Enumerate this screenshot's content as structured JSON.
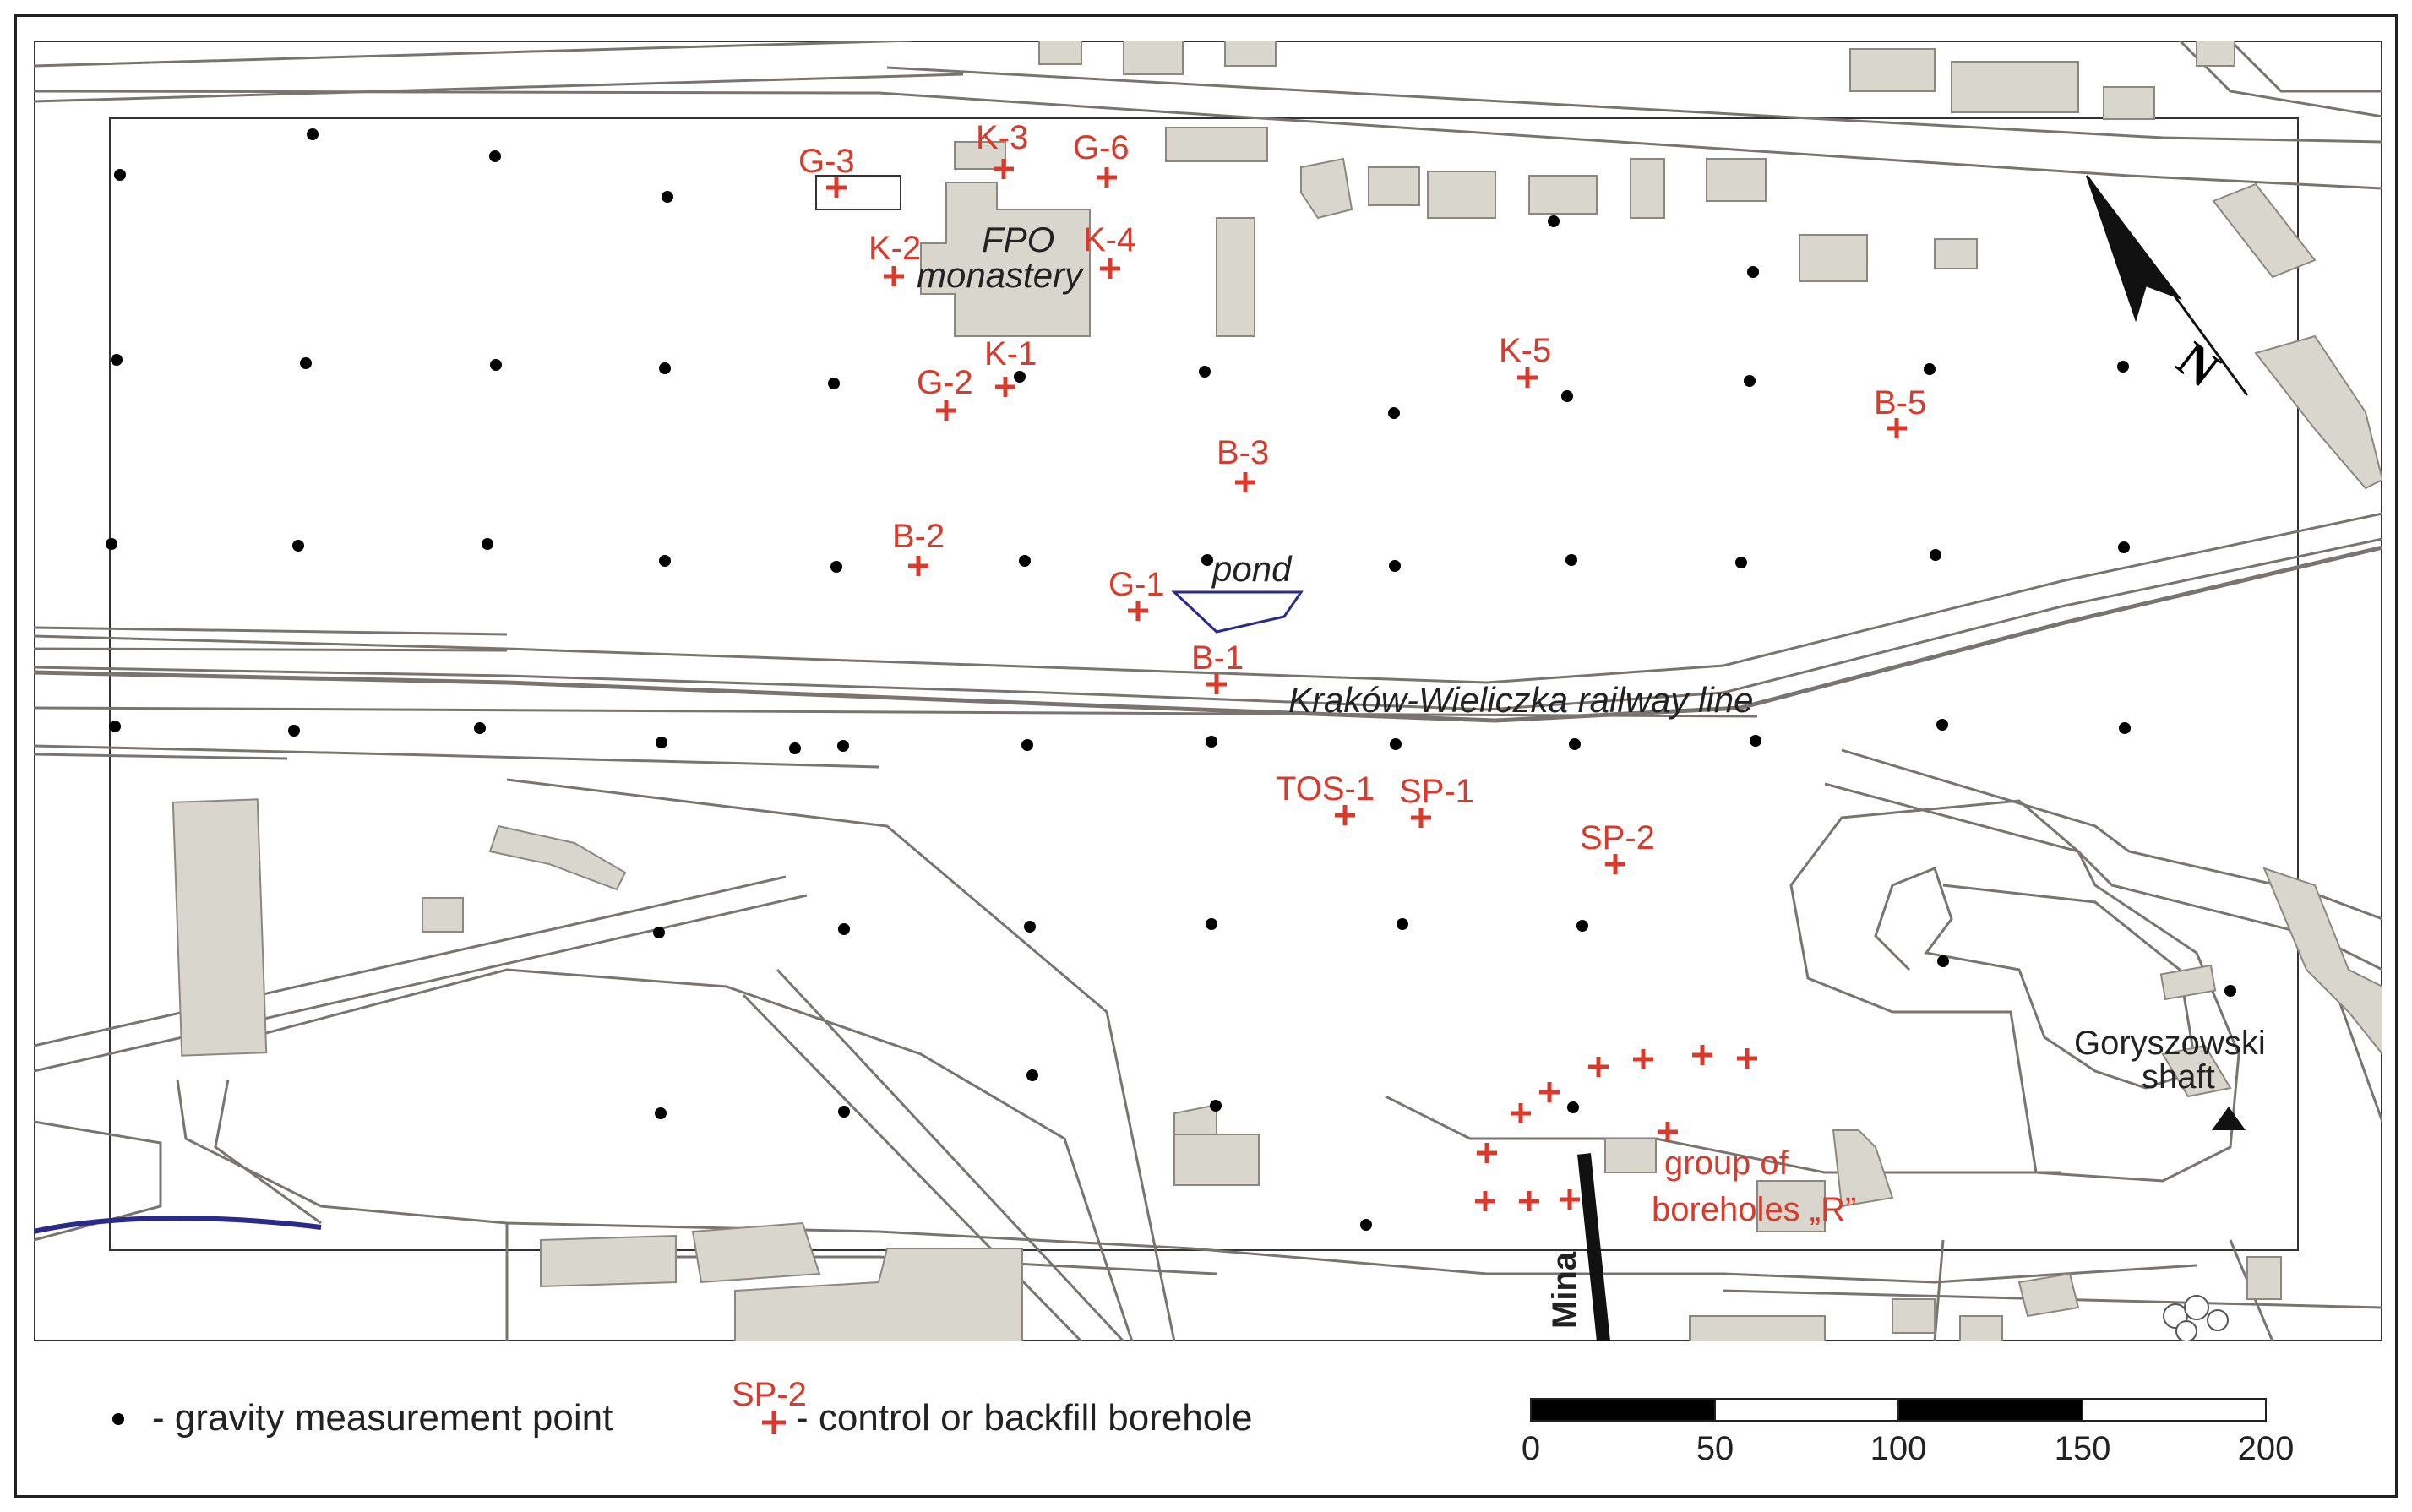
{
  "map": {
    "labels": {
      "monastery_line1": "FPO",
      "monastery_line2": "monastery",
      "pond": "pond",
      "railway": "Kraków-Wieliczka railway line",
      "shaft_line1": "Goryszowski",
      "shaft_line2": "shaft",
      "group_line1": "group of",
      "group_line2": "boreholes „R”",
      "street": "Mina"
    },
    "boreholes": [
      "G-3",
      "K-3",
      "G-6",
      "K-2",
      "K-4",
      "K-1",
      "G-2",
      "K-5",
      "B-5",
      "B-3",
      "B-2",
      "G-1",
      "B-1",
      "TOS-1",
      "SP-1",
      "SP-2"
    ],
    "colors": {
      "borehole": "#d93a2b",
      "point": "#000000",
      "building_fill": "#d9d6cd",
      "building_stroke": "#8c8880",
      "road": "#7a7470",
      "river": "#2a2a8a"
    }
  },
  "legend": {
    "point_text": "- gravity measurement point",
    "borehole_symbol_label": "SP-2",
    "borehole_text": "- control or backfill borehole"
  },
  "scale": {
    "ticks": [
      "0",
      "50",
      "100",
      "150",
      "200"
    ]
  }
}
